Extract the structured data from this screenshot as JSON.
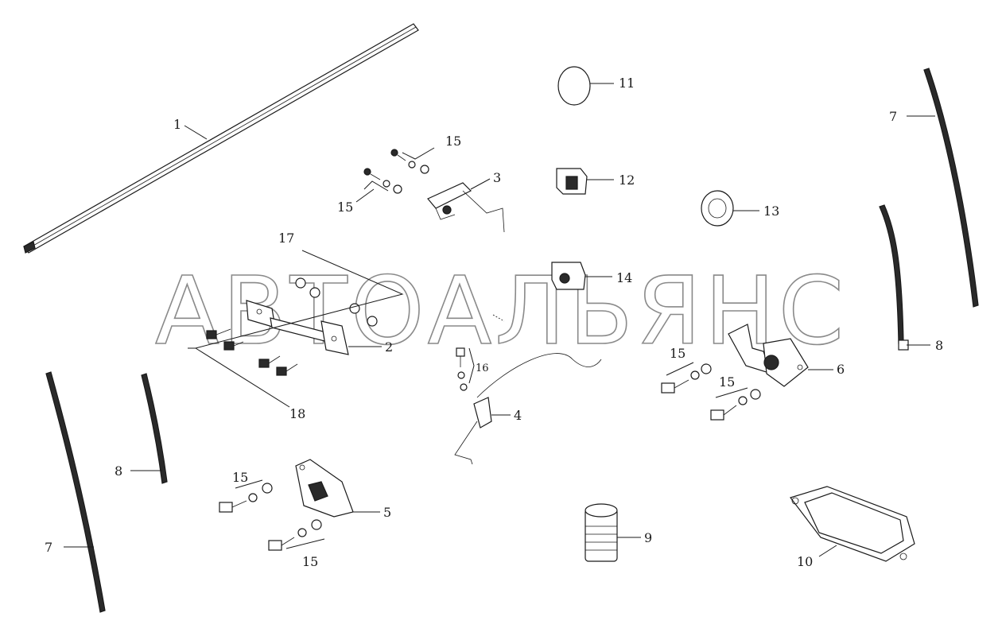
{
  "watermark": {
    "text": "АВТОАЛЬЯНС"
  },
  "callouts": {
    "c1": "1",
    "c2": "2",
    "c3": "3",
    "c4": "4",
    "c5": "5",
    "c6": "6",
    "c7_right": "7",
    "c7_left": "7",
    "c8_right": "8",
    "c8_left": "8",
    "c9": "9",
    "c10": "10",
    "c11": "11",
    "c12": "12",
    "c13": "13",
    "c14": "14",
    "c15_a": "15",
    "c15_b": "15",
    "c15_c": "15",
    "c15_d": "15",
    "c15_e": "15",
    "c15_f": "15",
    "c16": "16",
    "c17": "17",
    "c18": "18"
  }
}
